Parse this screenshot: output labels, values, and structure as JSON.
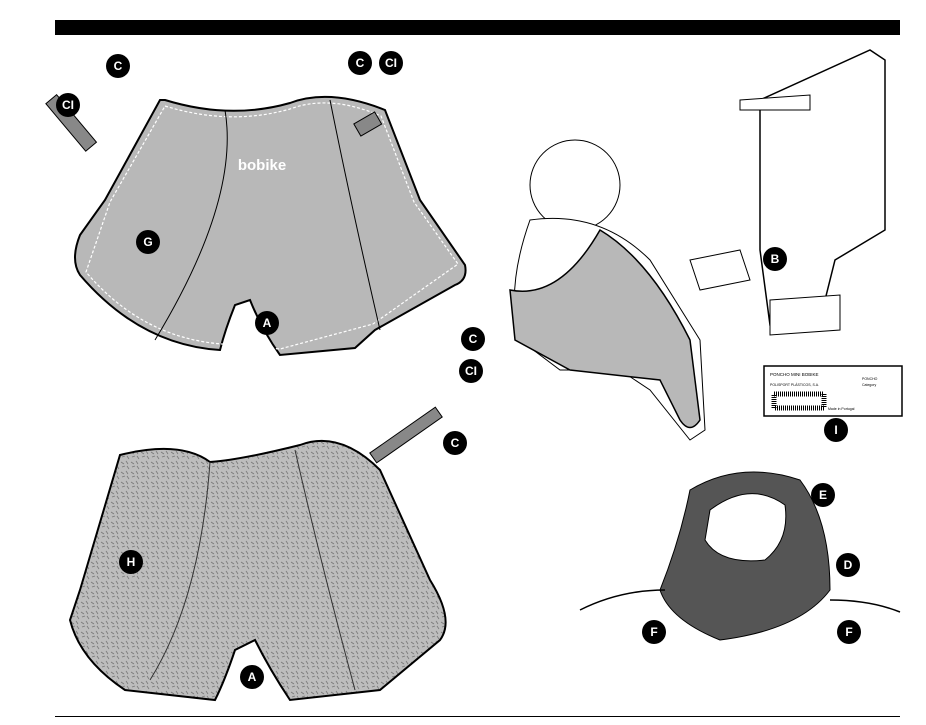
{
  "brand": "bobike",
  "label_tag": {
    "title": "PONCHO MINI BOBIKE",
    "company": "POLISPORT PLÁSTICOS, S.A.",
    "origin": "Made in Portugal",
    "product": "PONCHO",
    "category": "Category"
  },
  "labels": {
    "c1": "C",
    "ci1": "CI",
    "c2": "C",
    "ci2": "CI",
    "g": "G",
    "a1": "A",
    "b": "B",
    "c3": "C",
    "ci3": "CI",
    "i": "I",
    "c4": "C",
    "h": "H",
    "a2": "A",
    "e": "E",
    "d": "D",
    "f1": "F",
    "f2": "F"
  }
}
